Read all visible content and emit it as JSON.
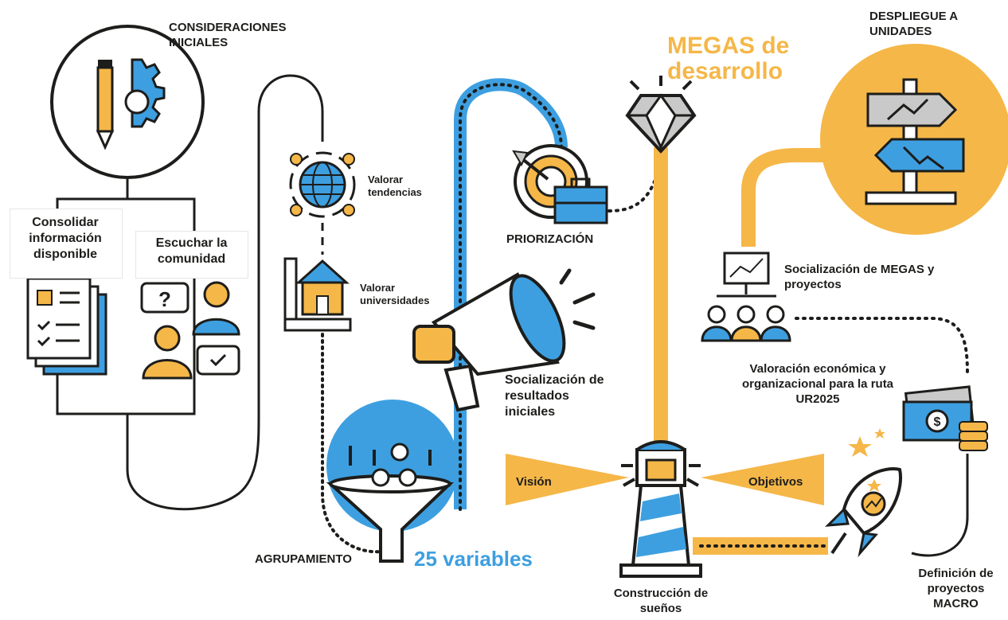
{
  "colors": {
    "ink": "#1d1d1b",
    "blue": "#3d9fe0",
    "orange": "#f5b748",
    "gray": "#c9c9c9"
  },
  "labels": {
    "consideraciones": "CONSIDERACIONES INICIALES",
    "consolidar": "Consolidar información disponible",
    "escuchar": "Escuchar la comunidad",
    "tendencias": "Valorar tendencias",
    "universidades": "Valorar universidades",
    "agrupamiento": "AGRUPAMIENTO",
    "variables": "25 variables",
    "priorizacion": "PRIORIZACIÓN",
    "socializacion_resultados": "Socialización de resultados iniciales",
    "megas": "MEGAS de desarrollo",
    "vision": "Visión",
    "objetivos": "Objetivos",
    "construccion": "Construcción de sueños",
    "despliegue": "DESPLIEGUE A UNIDADES",
    "socializacion_megas": "Socialización de MEGAS y proyectos",
    "valoracion": "Valoración económica y organizacional para la ruta UR2025",
    "definicion": "Definición de proyectos MACRO"
  },
  "icons": {
    "question": "?",
    "dollar": "$"
  }
}
